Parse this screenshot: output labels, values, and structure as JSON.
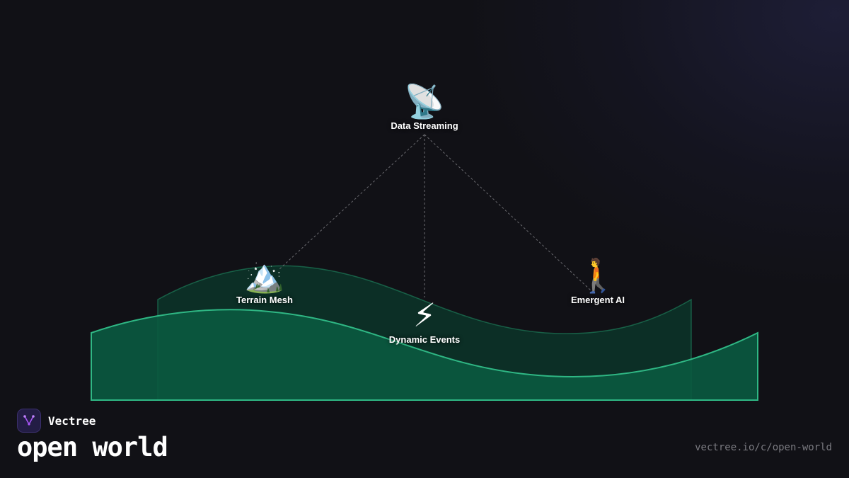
{
  "brand": {
    "name": "Vectree",
    "logo_icon": "vectree-logo-icon",
    "accent": "#a855f7"
  },
  "page": {
    "title": "open world",
    "url": "vectree.io/c/open-world"
  },
  "colors": {
    "background": "#111116",
    "wave_fill": "#0a5a40",
    "wave_stroke": "#2fb784",
    "connector": "#6b6b70"
  },
  "diagram": {
    "nodes": [
      {
        "id": "data-streaming",
        "icon": "satellite-dish-icon",
        "glyph": "📡",
        "label": "Data Streaming"
      },
      {
        "id": "terrain-mesh",
        "icon": "mountain-icon",
        "glyph": "🏔️",
        "label": "Terrain Mesh"
      },
      {
        "id": "dynamic-events",
        "icon": "lightning-icon",
        "glyph": "⚡",
        "label": "Dynamic Events"
      },
      {
        "id": "emergent-ai",
        "icon": "walking-person-icon",
        "glyph": "🚶",
        "label": "Emergent AI"
      }
    ],
    "edges": [
      {
        "from": "data-streaming",
        "to": "terrain-mesh"
      },
      {
        "from": "data-streaming",
        "to": "dynamic-events"
      },
      {
        "from": "data-streaming",
        "to": "emergent-ai"
      }
    ]
  }
}
